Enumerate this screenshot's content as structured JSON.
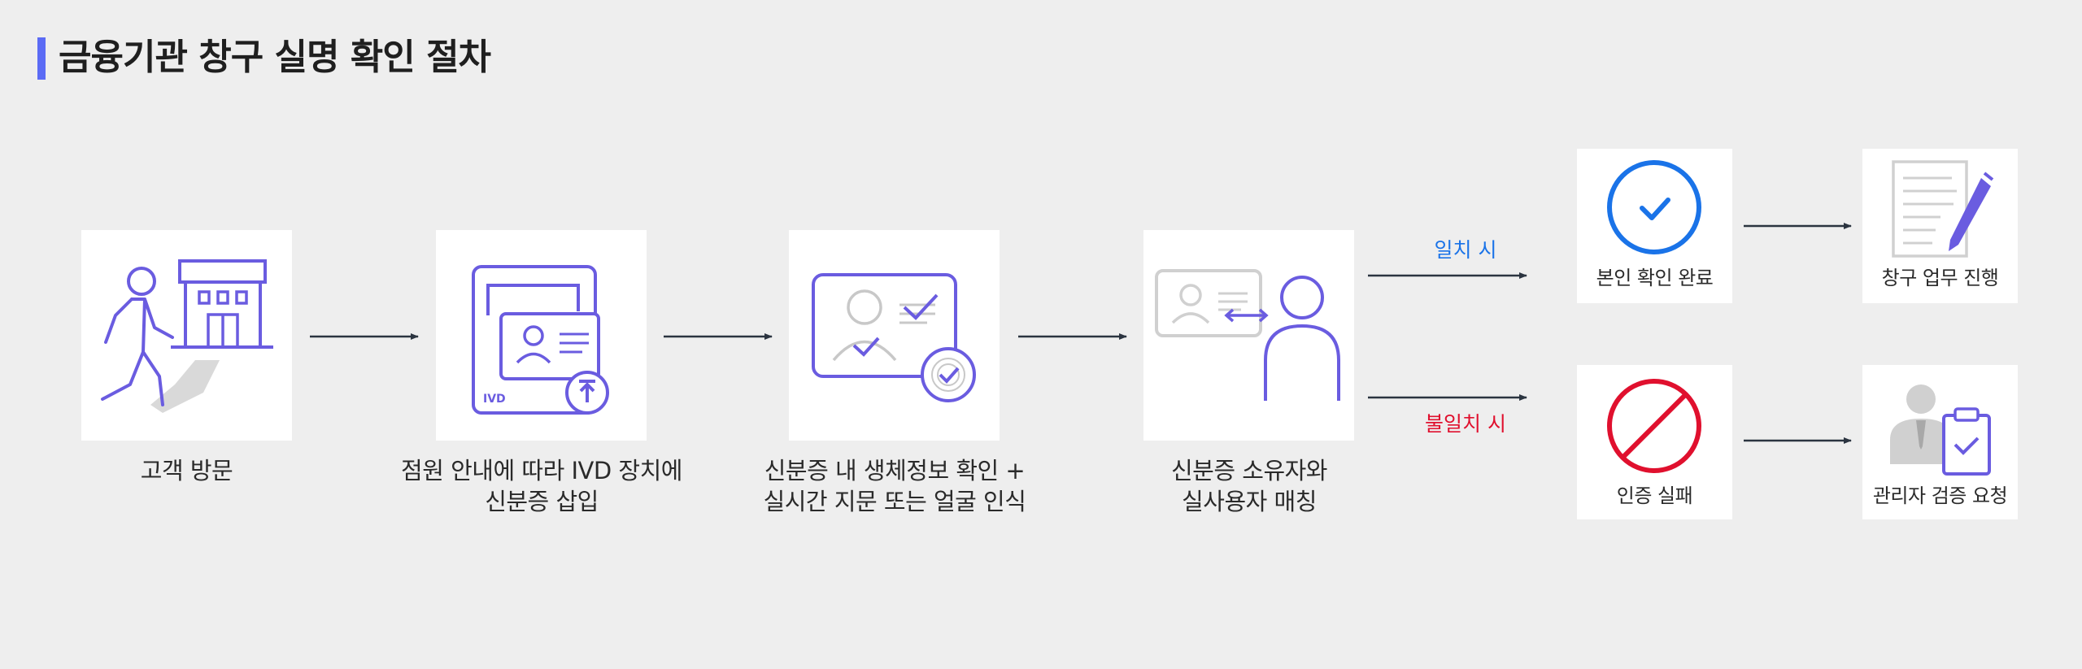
{
  "title": "금융기관 창구 실명 확인 절차",
  "steps": [
    {
      "icon": "walking-person-bank-icon",
      "caption_lines": [
        "고객 방문"
      ]
    },
    {
      "icon": "id-card-insert-device-icon",
      "caption_lines": [
        "점원 안내에 따라 IVD 장치에",
        "신분증 삽입"
      ],
      "device_label": "IVD"
    },
    {
      "icon": "biometric-id-check-icon",
      "caption_lines": [
        "신분증 내 생체정보 확인 +",
        "실시간 지문 또는 얼굴 인식"
      ]
    },
    {
      "icon": "id-holder-match-icon",
      "caption_lines": [
        "신분증 소유자와",
        "실사용자 매칭"
      ]
    }
  ],
  "branches": {
    "match": {
      "label": "일치 시",
      "color": "#1a73e8",
      "result": {
        "icon": "check-circle-icon",
        "caption": "본인 확인 완료"
      },
      "next": {
        "icon": "document-pen-icon",
        "caption": "창구 업무 진행"
      }
    },
    "mismatch": {
      "label": "불일치 시",
      "color": "#e0102e",
      "result": {
        "icon": "prohibited-icon",
        "caption": "인증 실패"
      },
      "next": {
        "icon": "manager-clipboard-icon",
        "caption": "관리자 검증 요청"
      }
    }
  },
  "colors": {
    "accent": "#5b6bf5",
    "icon": "#6a5ce0",
    "arrow": "#2b3440"
  }
}
